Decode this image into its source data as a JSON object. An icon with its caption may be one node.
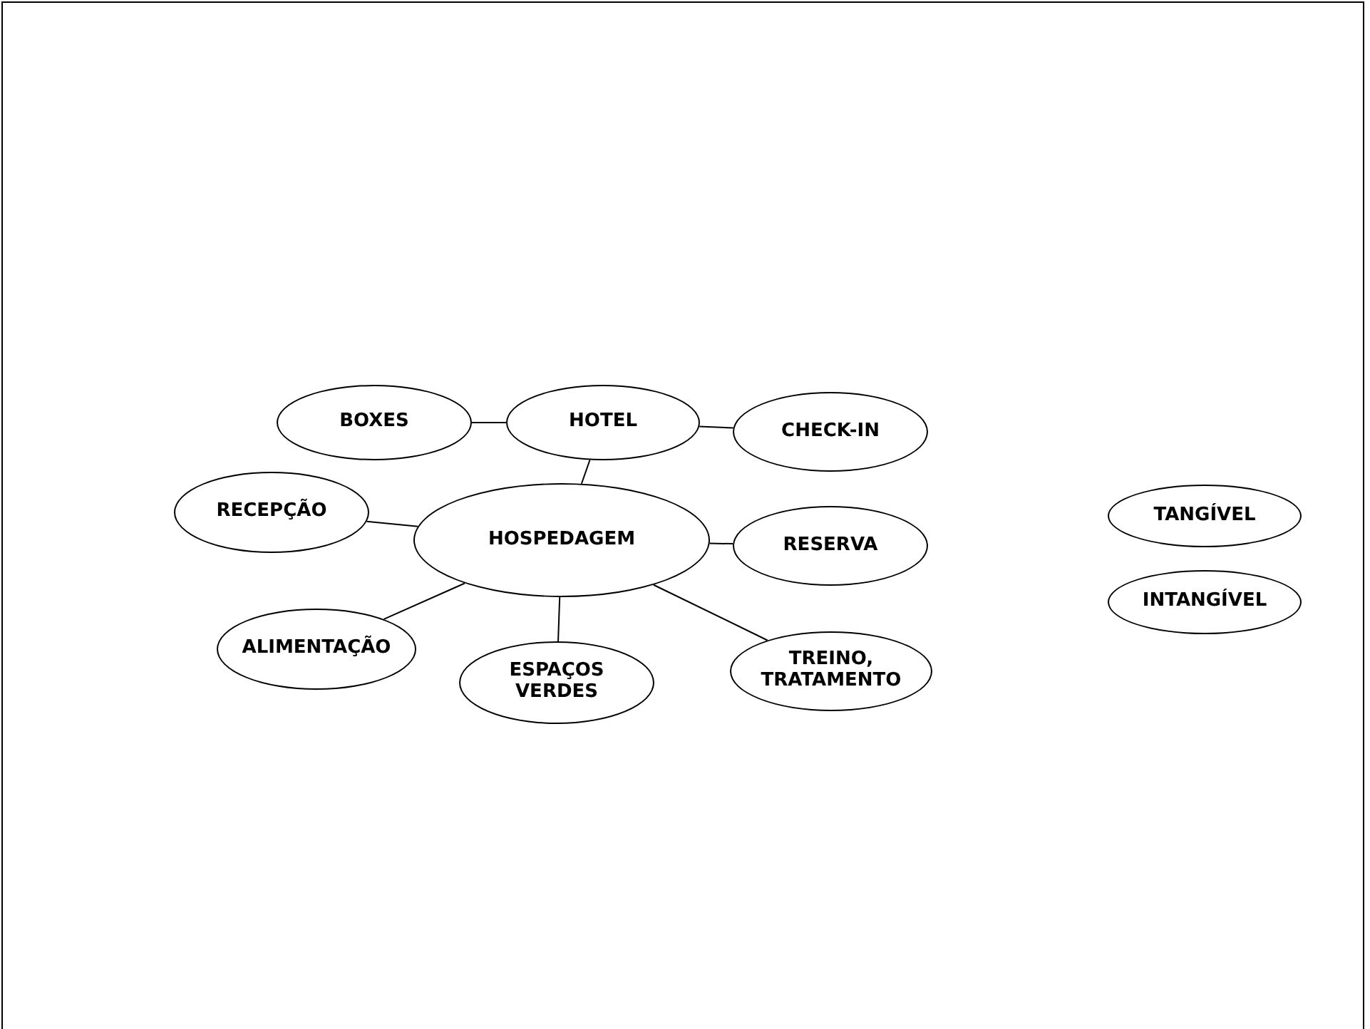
{
  "diagram": {
    "nodes": [
      {
        "text": [
          "BOXES"
        ]
      },
      {
        "text": [
          "HOTEL"
        ]
      },
      {
        "text": [
          "CHECK-IN"
        ]
      },
      {
        "text": [
          "RECEPÇÃO"
        ]
      },
      {
        "text": [
          "HOSPEDAGEM"
        ]
      },
      {
        "text": [
          "RESERVA"
        ]
      },
      {
        "text": [
          "ALIMENTAÇÃO"
        ]
      },
      {
        "text": [
          "ESPAÇOS VERDES"
        ]
      },
      {
        "text": [
          "TREINO, TRATAMENTO"
        ]
      },
      {
        "text": [
          "TANGÍVEL"
        ]
      },
      {
        "text": [
          "INTANGÍVEL"
        ]
      }
    ],
    "edges": [
      {
        "from": 0,
        "to": 1,
        "arrow": "none"
      },
      {
        "from": 1,
        "to": 2,
        "arrow": "none"
      },
      {
        "from": 1,
        "to": 4,
        "arrow": "none"
      },
      {
        "from": 3,
        "to": 4,
        "arrow": "none"
      },
      {
        "from": 4,
        "to": 5,
        "arrow": "none"
      },
      {
        "from": 4,
        "to": 6,
        "arrow": "none"
      },
      {
        "from": 4,
        "to": 7,
        "arrow": "none"
      },
      {
        "from": 4,
        "to": 8,
        "arrow": "none"
      }
    ]
  }
}
